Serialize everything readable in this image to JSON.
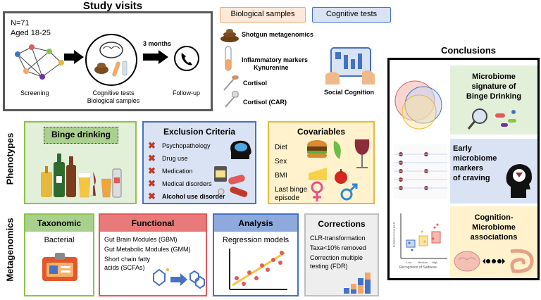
{
  "study_visits": {
    "title": "Study visits",
    "n": "N=71",
    "age": "Aged 18-25",
    "screening": "Screening",
    "cognitive_line1": "Cognitive tests",
    "cognitive_line2": "Biological samples",
    "interval": "3 months",
    "followup": "Follow-up"
  },
  "legend": {
    "bio": "Biological samples",
    "cog": "Cognitive tests"
  },
  "samples": {
    "shotgun": "Shotgun metagenomics",
    "inflammatory": "Inflammatory markers",
    "kynurenine": "Kynurenine",
    "cortisol": "Cortisol",
    "cortisol_car": "Cortisol (CAR)",
    "social": "Social Cognition"
  },
  "conclusions": {
    "title": "Conclusions",
    "c1": [
      "Microbiome",
      "signature of",
      "Binge Drinking"
    ],
    "c2": [
      "Early",
      "microbiome",
      "markers",
      "of craving"
    ],
    "c3": [
      "Cognition-",
      "Microbiome",
      "associations"
    ],
    "plot_ylabel": "Ruminococcus pauli",
    "plot_xlabel": "Recognition of Sadness",
    "plot_ticks": [
      "Low",
      "Medium",
      "High"
    ]
  },
  "phenotypes": {
    "label": "Phenotypes",
    "binge": "Binge drinking",
    "exclusion_title": "Exclusion Criteria",
    "exclusion": [
      "Psychopathology",
      "Drug use",
      "Medication",
      "Medical disorders",
      "Alcohol use disorder"
    ],
    "covariables_title": "Covariables",
    "covariables": [
      "Diet",
      "Sex",
      "BMI",
      "Last binge",
      "episode"
    ]
  },
  "metagenomics": {
    "label": "Metagenomics",
    "taxonomic_title": "Taxonomic",
    "taxonomic_item": "Bacterial",
    "functional_title": "Functional",
    "functional": [
      "Gut Brain Modules (GBM)",
      "Gut Metabolic Modules (GMM)",
      "Short chain fatty",
      "acids (SCFAs)"
    ],
    "analysis_title": "Analysis",
    "analysis_item": "Regression models",
    "corrections_title": "Corrections",
    "corrections": [
      "CLR-transformation",
      "Taxa<10% removed",
      "Correction multiple",
      "testing (FDR)"
    ]
  },
  "colors": {
    "green": "#8bc34a",
    "green_bg": "#e2efd9",
    "blue": "#4472c4",
    "blue_bg": "#dae3f3",
    "yellow": "#e6b93a",
    "yellow_bg": "#fff2cc",
    "red": "#e05a5a",
    "red_bg": "#fbe0e0",
    "orange": "#f4a76a",
    "orange_bg": "#fde9d9",
    "gray": "#bfbfbf",
    "gray_bg": "#eeeeee"
  }
}
